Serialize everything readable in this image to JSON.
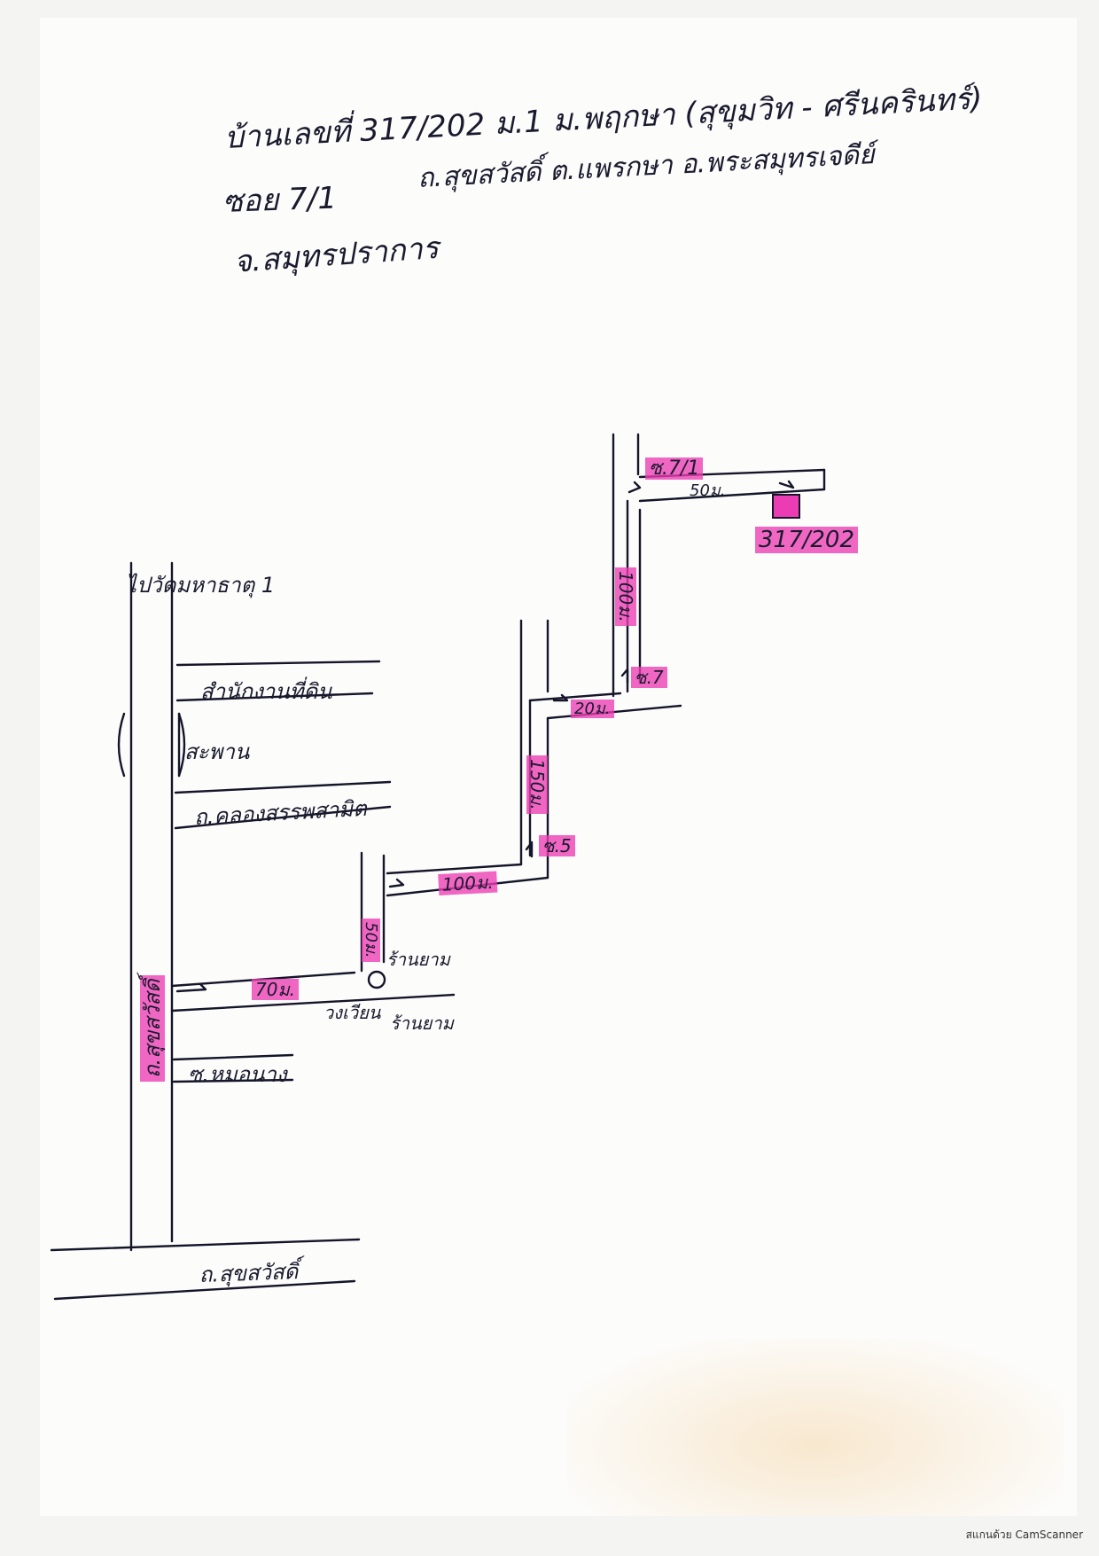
{
  "header": {
    "line1": "บ้านเลขที่ 317/202 ม.1 ม.พฤกษา (สุขุมวิท - ศรีนครินทร์)",
    "line2a": "ซอย 7/1",
    "line2b": "ถ.สุขสวัสดิ์ ต.แพรกษา อ.พระสมุทรเจดีย์",
    "line3": "จ.สมุทรปราการ"
  },
  "map": {
    "labels": {
      "temple": "ไปวัดมหาธาตุ 1",
      "landoffice": "สำนักงานที่ดิน",
      "bridge": "สะพาน",
      "khlong_road": "ถ.คลองสรรพสามิต",
      "main_road_vertical": "ถ.สุขสวัสดิ์",
      "mooban": "ซ.หมอนาง",
      "bottom_road": "ถ.สุขสวัสดิ์",
      "roundabout": "วงเวียน",
      "condo1": "ร้านยาม",
      "condo2": "ร้านยาม",
      "soi_7_1": "ซ.7/1",
      "soi_7": "ซ.7",
      "soi_5": "ซ.5",
      "house_no": "317/202"
    },
    "distances": {
      "d_first": "70ม.",
      "d_50_vert": "50ม.",
      "d_100": "100ม.",
      "d_150": "150ม.",
      "d_20": "20ม.",
      "d_100_vert": "100ม.",
      "d_50_top": "50ม."
    },
    "colors": {
      "highlight": "#ec3cb4",
      "ink": "#15152a"
    }
  },
  "footer": {
    "scanner": "สแกนด้วย CamScanner"
  }
}
